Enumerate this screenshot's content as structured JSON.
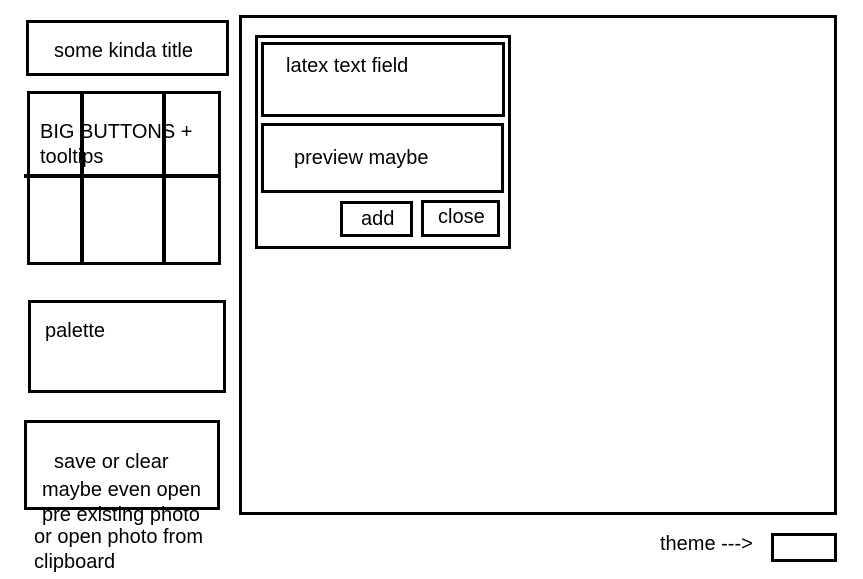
{
  "header": {
    "title": "some kinda title"
  },
  "toolbar": {
    "buttons_caption": "BIG BUTTONS + tooltips"
  },
  "palette": {
    "label": "palette"
  },
  "file_actions": {
    "lines": [
      "save or clear",
      "maybe even open",
      "pre existing photo",
      "or open photo from",
      "clipboard"
    ]
  },
  "latex_dialog": {
    "text_field_label": "latex text field",
    "preview_label": "preview maybe",
    "add_label": "add",
    "close_label": "close"
  },
  "theme": {
    "label": "theme --->"
  }
}
